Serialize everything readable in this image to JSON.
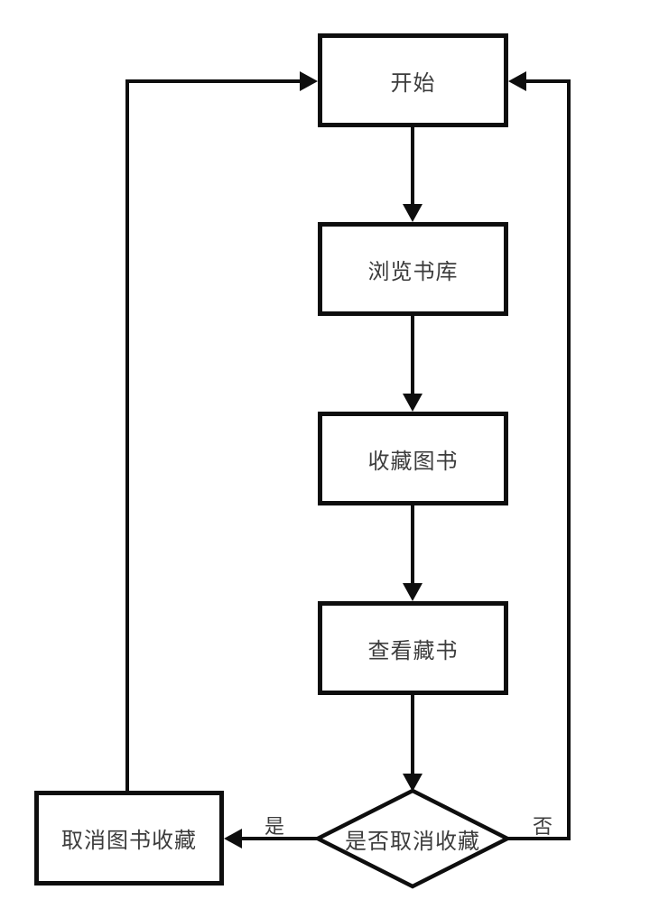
{
  "diagram": {
    "type": "flowchart",
    "nodes": {
      "start": {
        "label": "开始",
        "shape": "rect"
      },
      "browse": {
        "label": "浏览书库",
        "shape": "rect"
      },
      "collect": {
        "label": "收藏图书",
        "shape": "rect"
      },
      "view": {
        "label": "查看藏书",
        "shape": "rect"
      },
      "decision": {
        "label": "是否取消收藏",
        "shape": "diamond"
      },
      "cancel": {
        "label": "取消图书收藏",
        "shape": "rect"
      }
    },
    "edges": [
      {
        "from": "start",
        "to": "browse",
        "label": ""
      },
      {
        "from": "browse",
        "to": "collect",
        "label": ""
      },
      {
        "from": "collect",
        "to": "view",
        "label": ""
      },
      {
        "from": "view",
        "to": "decision",
        "label": ""
      },
      {
        "from": "decision",
        "to": "cancel",
        "label": "是"
      },
      {
        "from": "decision",
        "to": "start",
        "label": "否"
      },
      {
        "from": "cancel",
        "to": "start",
        "label": ""
      }
    ],
    "edge_labels": {
      "yes": "是",
      "no": "否"
    },
    "colors": {
      "line": "#0e0e0e",
      "text": "#3c3c3c",
      "background": "#ffffff"
    }
  }
}
